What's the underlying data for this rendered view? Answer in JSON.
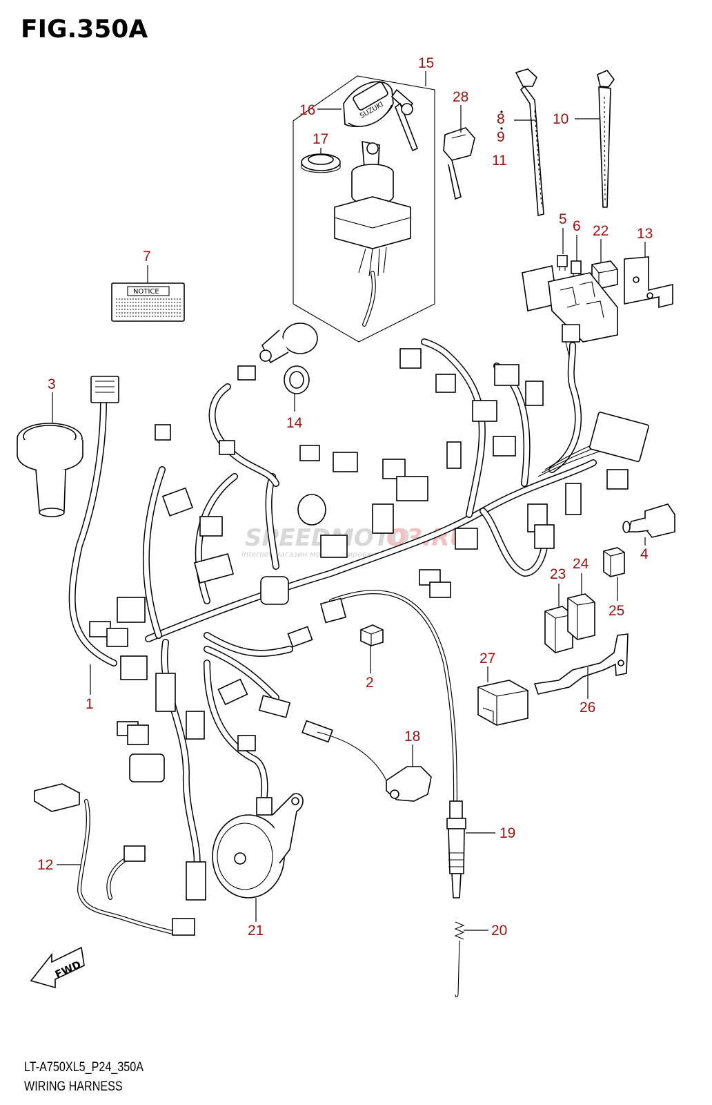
{
  "figure": {
    "title": "FIG.350A",
    "model_code": "LT-A750XL5_P24_350A",
    "caption": "WIRING HARNESS"
  },
  "notice_label": "NOTICE",
  "key_brand": "SUZUKI",
  "fwd_label": "FWD",
  "watermark": {
    "main_left": "SPEEDMOTO",
    "main_right": "O3.RU",
    "sub": "Internet-магазин мотоэкипировки"
  },
  "callouts": {
    "c1": "1",
    "c2": "2",
    "c3": "3",
    "c4": "4",
    "c5": "5",
    "c6": "6",
    "c7": "7",
    "c8": "8",
    "c9": "9",
    "c10": "10",
    "c11": "11",
    "c12": "12",
    "c13": "13",
    "c14": "14",
    "c15": "15",
    "c16": "16",
    "c17": "17",
    "c18": "18",
    "c19": "19",
    "c20": "20",
    "c21": "21",
    "c22": "22",
    "c23": "23",
    "c24": "24",
    "c25": "25",
    "c26": "26",
    "c27": "27",
    "c28": "28"
  },
  "colors": {
    "callout": "#9b1111",
    "line": "#000000",
    "background": "#ffffff"
  }
}
